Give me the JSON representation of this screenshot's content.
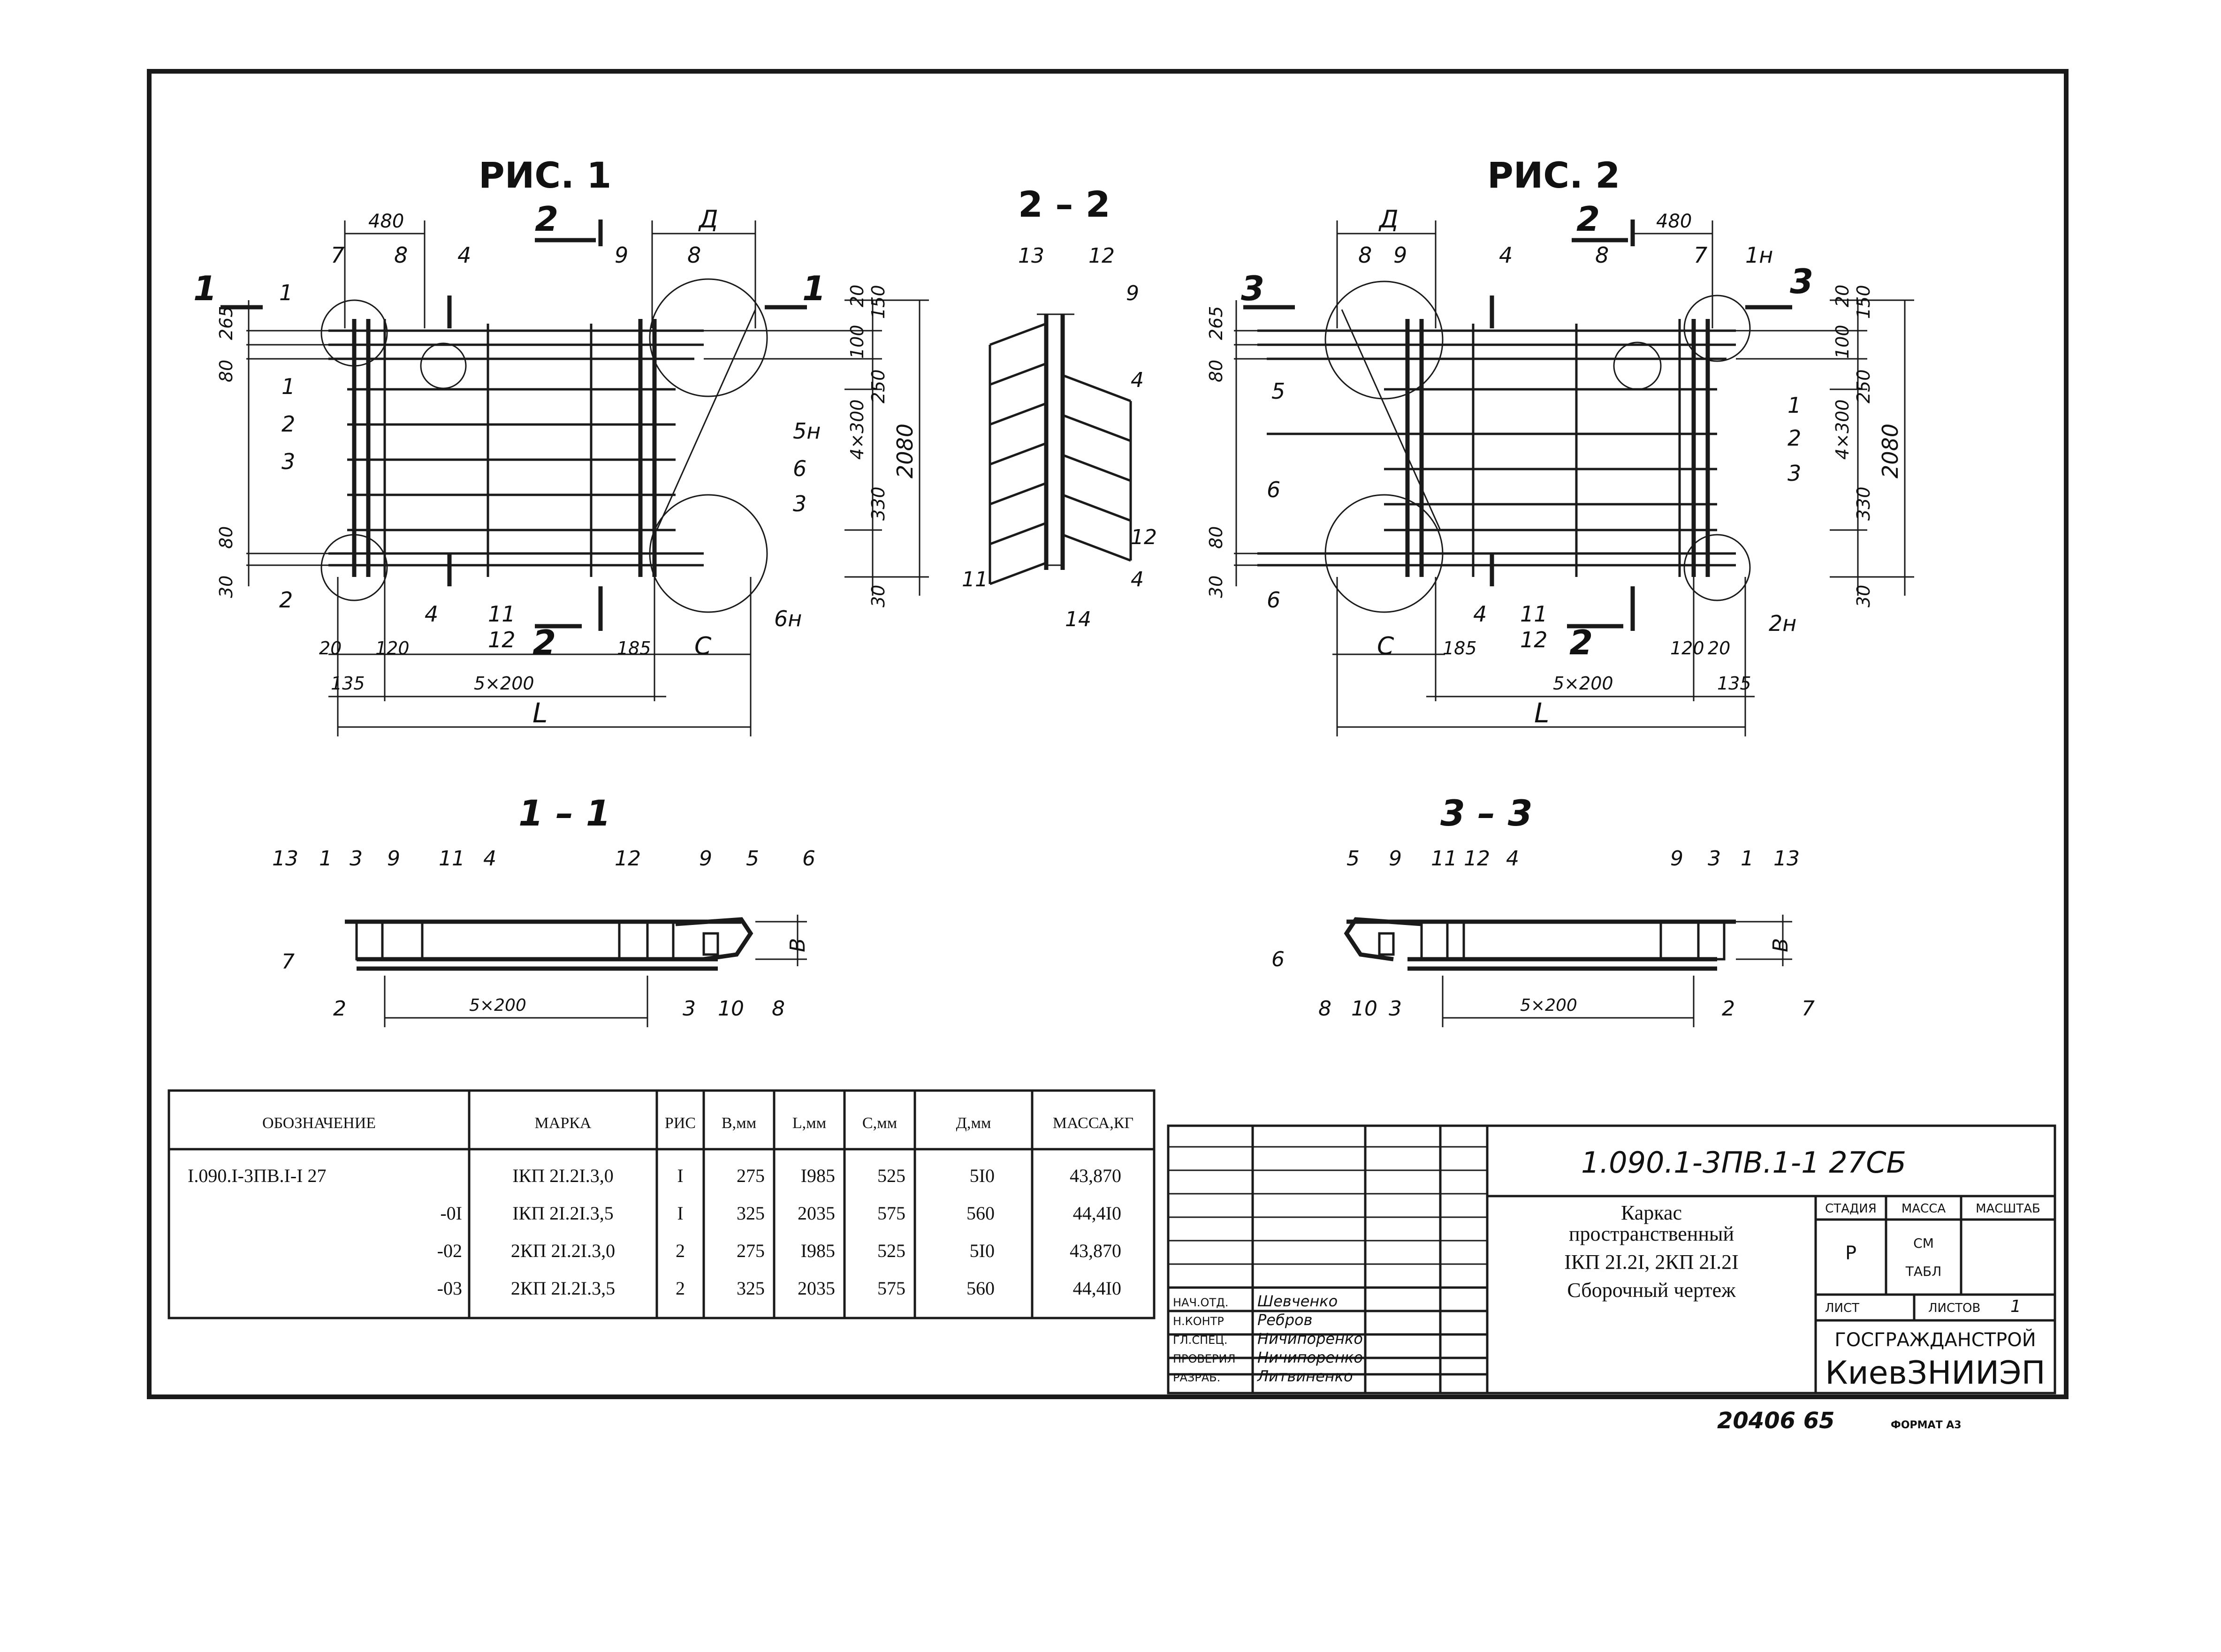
{
  "figures": {
    "fig1": {
      "title": "РИС. 1"
    },
    "fig2": {
      "title": "РИС. 2"
    },
    "sec22": {
      "title": "2 – 2"
    },
    "sec11": {
      "title": "1 – 1"
    },
    "sec33": {
      "title": "3 – 3"
    }
  },
  "fig1": {
    "dims": {
      "top_480": "480",
      "top_d": "Д",
      "left_265": "265",
      "left_80a": "80",
      "left_80b": "80",
      "left_30": "30",
      "right_20": "20",
      "right_150": "150",
      "right_100": "100",
      "right_250": "250",
      "right_4x300": "4×300",
      "right_330": "330",
      "right_30": "30",
      "right_2080": "2080",
      "bot_20": "20",
      "bot_120": "120",
      "bot_135": "135",
      "bot_5x200": "5×200",
      "bot_185": "185",
      "bot_c": "С",
      "bot_L": "L"
    },
    "cuts": {
      "c1a": "1",
      "c1b": "1",
      "c2a": "2",
      "c2b": "2",
      "c4a": "4",
      "c4b": "4"
    },
    "labels": {
      "l7": "7",
      "l8": "8",
      "l4": "4",
      "l9": "9",
      "l8b": "8",
      "l1a": "1",
      "l1b": "1",
      "l2a": "2",
      "l3a": "3",
      "l2b": "2",
      "l5n": "5н",
      "l6": "6",
      "l3b": "3",
      "l6n": "6н",
      "l11": "11",
      "l12": "12"
    }
  },
  "fig2": {
    "dims": {
      "top_d": "Д",
      "top_480": "480",
      "left_265": "265",
      "left_80a": "80",
      "left_80b": "80",
      "left_30": "30",
      "right_20": "20",
      "right_150": "150",
      "right_100": "100",
      "right_250": "250",
      "right_4x300": "4×300",
      "right_330": "330",
      "right_30": "30",
      "right_2080": "2080",
      "bot_c": "С",
      "bot_185": "185",
      "bot_5x200": "5×200",
      "bot_120": "120",
      "bot_20": "20",
      "bot_135": "135",
      "bot_L": "L"
    },
    "cuts": {
      "c3a": "3",
      "c3b": "3",
      "c2a": "2",
      "c2b": "2",
      "c4a": "4",
      "c4b": "4"
    },
    "labels": {
      "l8": "8",
      "l9": "9",
      "l4": "4",
      "l8b": "8",
      "l7": "7",
      "l1n": "1н",
      "l5": "5",
      "l1": "1",
      "l2": "2",
      "l3": "3",
      "l6": "6",
      "l6b": "6",
      "l2n": "2н",
      "l11": "11",
      "l12": "12"
    }
  },
  "sec22": {
    "labels": {
      "l13": "13",
      "l12": "12",
      "l9": "9",
      "l4a": "4",
      "l12b": "12",
      "l4b": "4",
      "l11": "11",
      "l14": "14"
    }
  },
  "sec11": {
    "labels": {
      "l13": "13",
      "l1": "1",
      "l3": "3",
      "l9": "9",
      "l11": "11",
      "l4": "4",
      "l12": "12",
      "l9b": "9",
      "l5": "5",
      "l6": "6",
      "l7": "7",
      "l2": "2",
      "l3b": "3",
      "l10": "10",
      "l8": "8",
      "dimB": "В",
      "dim5x200": "5×200"
    }
  },
  "sec33": {
    "labels": {
      "l5": "5",
      "l9": "9",
      "l11": "11",
      "l12": "12",
      "l4": "4",
      "l9b": "9",
      "l3": "3",
      "l1": "1",
      "l13": "13",
      "l6": "6",
      "l8": "8",
      "l10": "10",
      "l3b": "3",
      "l2": "2",
      "l7": "7",
      "dimB": "В",
      "dim5x200": "5×200"
    }
  },
  "marks_table": {
    "headers": [
      "ОБОЗНАЧЕНИЕ",
      "МАРКА",
      "РИС",
      "В,мм",
      "L,мм",
      "С,мм",
      "Д,мм",
      "МАССА,КГ"
    ],
    "rows": [
      {
        "designation": "I.090.I-3ПВ.I-I 27",
        "mark": "IКП 2I.2I.3,0",
        "fig": "I",
        "b": "275",
        "l": "I985",
        "c": "525",
        "d": "5I0",
        "mass": "43,870"
      },
      {
        "designation": "-0I",
        "mark": "IКП 2I.2I.3,5",
        "fig": "I",
        "b": "325",
        "l": "2035",
        "c": "575",
        "d": "560",
        "mass": "44,4I0"
      },
      {
        "designation": "-02",
        "mark": "2КП 2I.2I.3,0",
        "fig": "2",
        "b": "275",
        "l": "I985",
        "c": "525",
        "d": "5I0",
        "mass": "43,870"
      },
      {
        "designation": "-03",
        "mark": "2КП 2I.2I.3,5",
        "fig": "2",
        "b": "325",
        "l": "2035",
        "c": "575",
        "d": "560",
        "mass": "44,4I0"
      }
    ]
  },
  "title_block": {
    "doc_code": "1.090.1-3ПВ.1-1  27СБ",
    "name_line1": "Каркас",
    "name_line2": "пространственный",
    "name_line3": "IКП 2I.2I, 2КП 2I.2I",
    "name_line4": "Сборочный чертеж",
    "stage_header": "СТАДИЯ",
    "mass_header": "МАССА",
    "scale_header": "МАСШТАБ",
    "stage_value": "Р",
    "mass_value_line1": "СМ",
    "mass_value_line2": "ТАБЛ",
    "sheet_label": "ЛИСТ",
    "sheets_label": "ЛИСТОВ",
    "sheets_value": "1",
    "org_line1": "ГОСГРАЖДАНСТРОЙ",
    "org_line2": "КиевЗНИИЭП",
    "signatures": [
      {
        "role": "НАЧ.ОТД.",
        "name": "Шевченко"
      },
      {
        "role": "Н.КОНТР",
        "name": "Ребров"
      },
      {
        "role": "ГЛ.СПЕЦ.",
        "name": "Ничипоренко"
      },
      {
        "role": "ПРОВЕРИЛ",
        "name": "Ничипоренко"
      },
      {
        "role": "РАЗРАБ.",
        "name": "Литвиненко"
      }
    ]
  },
  "footer": {
    "copy_number": "20406  65",
    "format": "ФОРМАТ А3"
  }
}
